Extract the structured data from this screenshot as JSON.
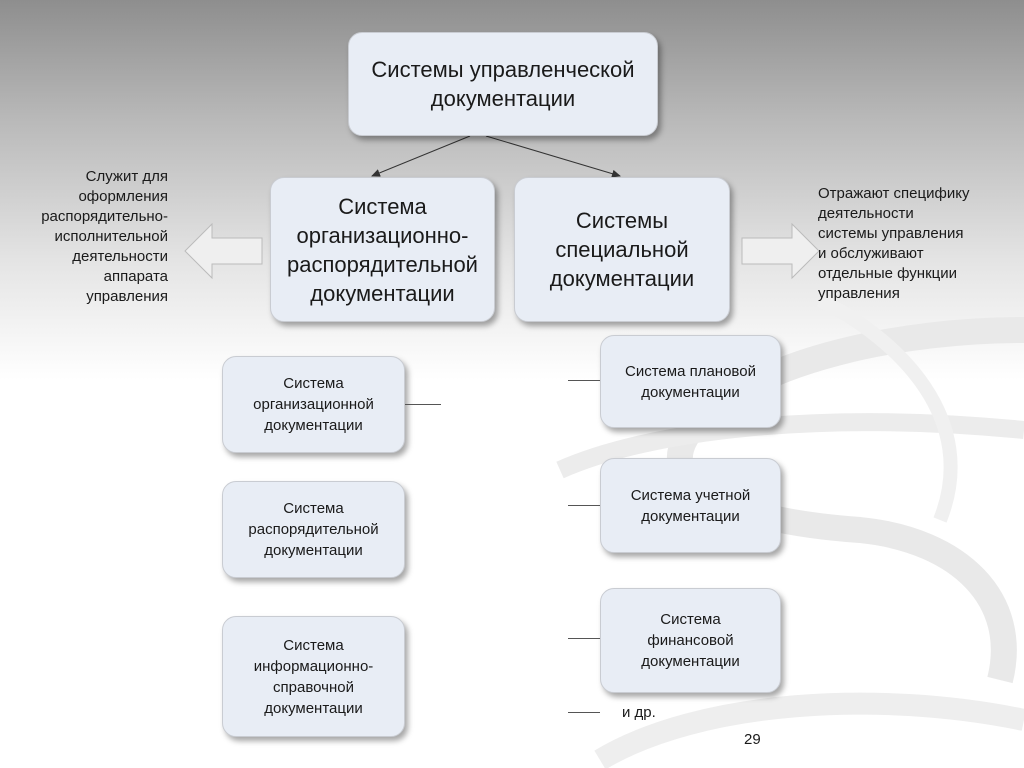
{
  "root": {
    "label": "Системы управленческой\nдокументации"
  },
  "left_system": {
    "label": "Система\nорганизационно-\nраспорядительной\nдокументации"
  },
  "right_system": {
    "label": "Системы\nспециальной\nдокументации"
  },
  "left_note": "Служит для\nоформления\nраспорядительно-\nисполнительной\nдеятельности\nаппарата\nуправления",
  "right_note": "Отражают специфику\nдеятельности\nсистемы управления\nи обслуживают\nотдельные функции\nуправления",
  "left_children": [
    {
      "label": "Система\nорганизационной\nдокументации"
    },
    {
      "label": "Система\nраспорядительной\nдокументации"
    },
    {
      "label": "Система\nинформационно-\nсправочной\nдокументации"
    }
  ],
  "right_children": [
    {
      "label": "Система плановой\nдокументации"
    },
    {
      "label": "Система учетной\nдокументации"
    },
    {
      "label": "Система\nфинансовой\nдокументации"
    }
  ],
  "etc_label": "и др.",
  "page_number": "29",
  "colors": {
    "box_fill": "#e8edf5",
    "box_border": "#c9ccd2"
  }
}
